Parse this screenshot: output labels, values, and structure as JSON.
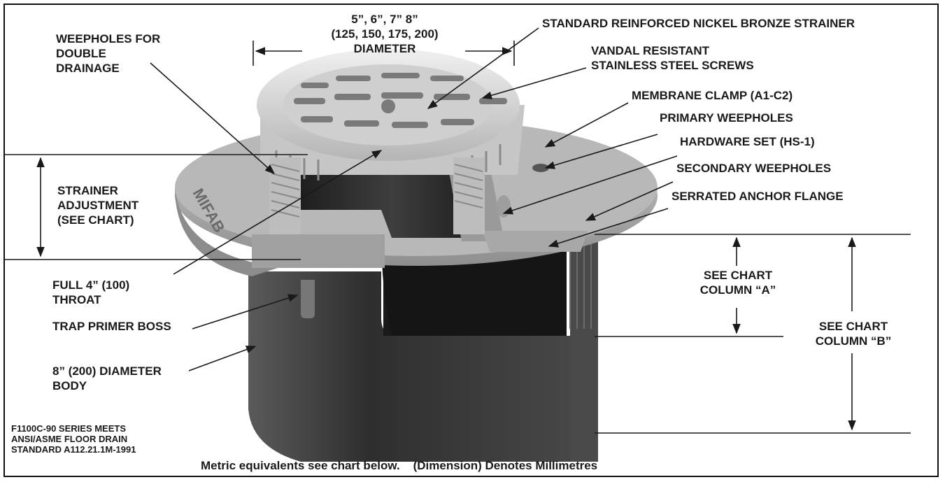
{
  "labels": {
    "diameter": "5”, 6”, 7” 8”\n(125, 150, 175, 200)\nDIAMETER",
    "weepholes_double": "WEEPHOLES FOR\nDOUBLE\nDRAINAGE",
    "strainer": "STANDARD REINFORCED NICKEL BRONZE STRAINER",
    "vandal": "VANDAL RESISTANT\nSTAINLESS STEEL SCREWS",
    "membrane": "MEMBRANE CLAMP (A1-C2)",
    "primary": "PRIMARY WEEPHOLES",
    "hardware": "HARDWARE SET (HS-1)",
    "secondary": "SECONDARY WEEPHOLES",
    "serrated": "SERRATED ANCHOR FLANGE",
    "strainer_adjust": "STRAINER\nADJUSTMENT\n(SEE CHART)",
    "throat": "FULL 4” (100)\nTHROAT",
    "trap": "TRAP PRIMER BOSS",
    "body": "8” (200) DIAMETER\nBODY",
    "col_a": "SEE CHART\nCOLUMN “A”",
    "col_b": "SEE CHART\nCOLUMN “B”",
    "series_note": "F1100C-90 SERIES MEETS\nANSI/ASME FLOOR DRAIN\nSTANDARD A112.21.1M-1991",
    "caption": "Metric equivalents see chart below.    (Dimension) Denotes Millimetres",
    "brand_mark": "MIFAB"
  },
  "colors": {
    "ink": "#1a1a1a",
    "metal_light": "#d9d9d9",
    "metal_mid": "#a8a8a8",
    "body_dark": "#3c3c3c"
  }
}
